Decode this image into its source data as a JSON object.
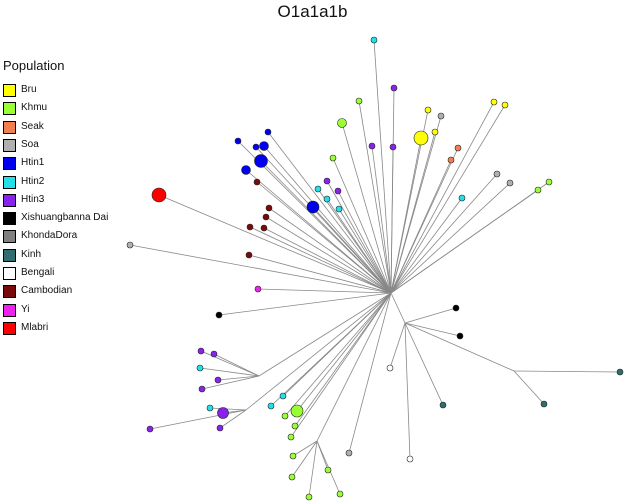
{
  "title": "O1a1a1b",
  "legend": {
    "title": "Population",
    "items": [
      {
        "label": "Bru",
        "color": "#ffff00"
      },
      {
        "label": "Khmu",
        "color": "#99ff33"
      },
      {
        "label": "Seak",
        "color": "#f08050"
      },
      {
        "label": "Soa",
        "color": "#b0b0b0"
      },
      {
        "label": "Htin1",
        "color": "#0000ee"
      },
      {
        "label": "Htin2",
        "color": "#22e0e8"
      },
      {
        "label": "Htin3",
        "color": "#8a22ee"
      },
      {
        "label": "Xishuangbanna Dai",
        "color": "#000000"
      },
      {
        "label": "KhondaDora",
        "color": "#808080"
      },
      {
        "label": "Kinh",
        "color": "#2e6e6e"
      },
      {
        "label": "Bengali",
        "color": "#ffffff"
      },
      {
        "label": "Cambodian",
        "color": "#7a0a0a"
      },
      {
        "label": "Yi",
        "color": "#ee22ee"
      },
      {
        "label": "Mlabri",
        "color": "#ff0000"
      }
    ]
  }
}
